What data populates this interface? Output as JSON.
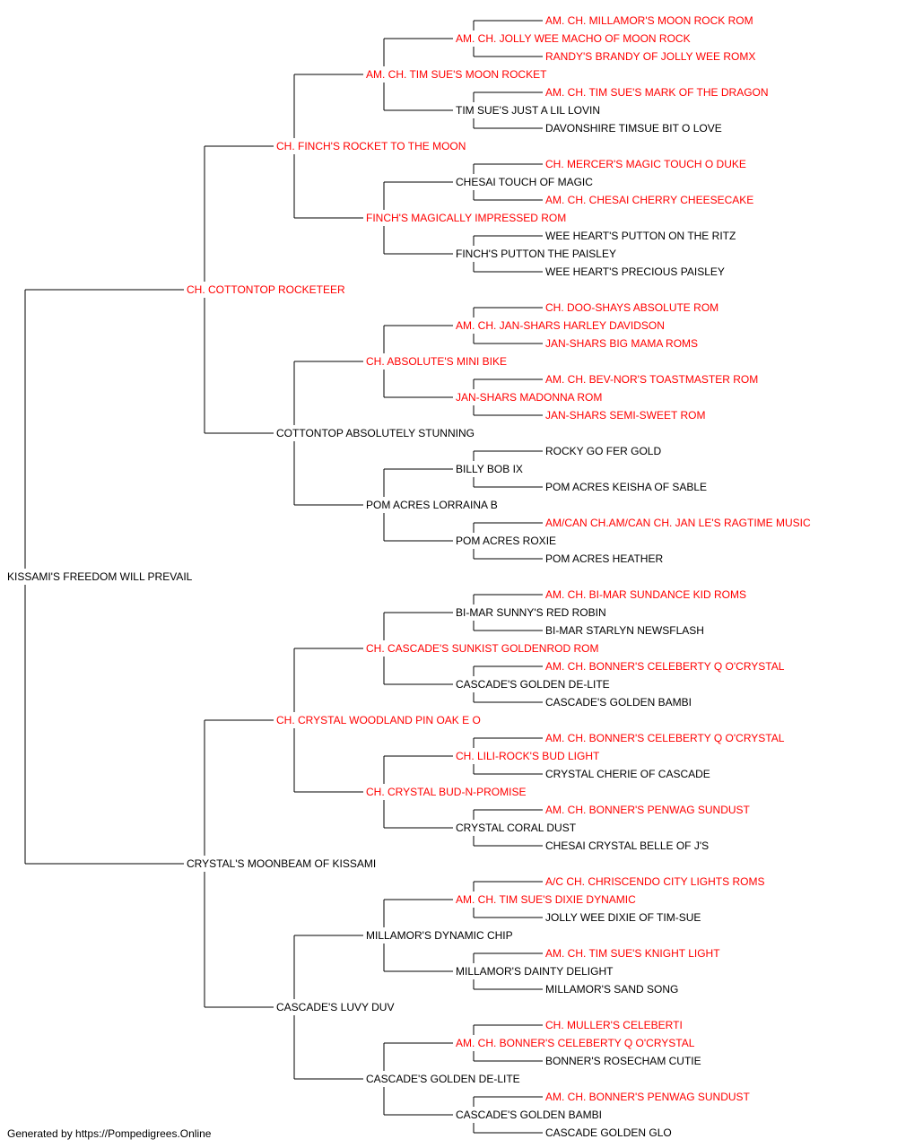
{
  "colors": {
    "champion": "#ff0000",
    "normal": "#000000",
    "lines": "#000000"
  },
  "pedigree": [
    {
      "name": "KISSAMI'S FREEDOM WILL PREVAIL",
      "champion": false
    },
    {
      "name": "CH. COTTONTOP ROCKETEER",
      "champion": true
    },
    {
      "name": "CH. FINCH'S ROCKET TO THE MOON",
      "champion": true
    },
    {
      "name": "AM. CH. TIM SUE'S MOON ROCKET",
      "champion": true
    },
    {
      "name": "AM. CH. JOLLY WEE MACHO OF MOON ROCK",
      "champion": true
    },
    {
      "name": "AM. CH. MILLAMOR'S MOON ROCK ROM",
      "champion": true
    },
    {
      "name": "RANDY'S BRANDY OF JOLLY WEE ROMX",
      "champion": true
    },
    {
      "name": "TIM SUE'S JUST A LIL LOVIN",
      "champion": false
    },
    {
      "name": "AM. CH. TIM SUE'S MARK OF THE DRAGON",
      "champion": true
    },
    {
      "name": "DAVONSHIRE TIMSUE BIT O LOVE",
      "champion": false
    },
    {
      "name": "FINCH'S MAGICALLY IMPRESSED ROM",
      "champion": true
    },
    {
      "name": "CHESAI TOUCH OF MAGIC",
      "champion": false
    },
    {
      "name": "CH. MERCER'S MAGIC TOUCH O DUKE",
      "champion": true
    },
    {
      "name": "AM. CH. CHESAI CHERRY CHEESECAKE",
      "champion": true
    },
    {
      "name": "FINCH'S PUTTON THE PAISLEY",
      "champion": false
    },
    {
      "name": "WEE HEART'S PUTTON ON THE RITZ",
      "champion": false
    },
    {
      "name": "WEE HEART'S PRECIOUS PAISLEY",
      "champion": false
    },
    {
      "name": "COTTONTOP ABSOLUTELY STUNNING",
      "champion": false
    },
    {
      "name": "CH. ABSOLUTE'S MINI BIKE",
      "champion": true
    },
    {
      "name": "AM. CH. JAN-SHARS HARLEY DAVIDSON",
      "champion": true
    },
    {
      "name": "CH. DOO-SHAYS ABSOLUTE ROM",
      "champion": true
    },
    {
      "name": "JAN-SHARS BIG MAMA ROMS",
      "champion": true
    },
    {
      "name": "JAN-SHARS MADONNA ROM",
      "champion": true
    },
    {
      "name": "AM. CH. BEV-NOR'S TOASTMASTER ROM",
      "champion": true
    },
    {
      "name": "JAN-SHARS SEMI-SWEET ROM",
      "champion": true
    },
    {
      "name": "POM ACRES LORRAINA B",
      "champion": false
    },
    {
      "name": "BILLY BOB IX",
      "champion": false
    },
    {
      "name": "ROCKY GO FER GOLD",
      "champion": false
    },
    {
      "name": "POM ACRES KEISHA OF SABLE",
      "champion": false
    },
    {
      "name": "POM ACRES ROXIE",
      "champion": false
    },
    {
      "name": "AM/CAN CH.AM/CAN CH. JAN LE'S RAGTIME MUSIC",
      "champion": true
    },
    {
      "name": "POM ACRES HEATHER",
      "champion": false
    },
    {
      "name": "CRYSTAL'S MOONBEAM OF KISSAMI",
      "champion": false
    },
    {
      "name": "CH. CRYSTAL WOODLAND PIN OAK E O",
      "champion": true
    },
    {
      "name": "CH. CASCADE'S SUNKIST GOLDENROD ROM",
      "champion": true
    },
    {
      "name": "BI-MAR SUNNY'S RED ROBIN",
      "champion": false
    },
    {
      "name": "AM. CH. BI-MAR SUNDANCE KID ROMS",
      "champion": true
    },
    {
      "name": "BI-MAR STARLYN NEWSFLASH",
      "champion": false
    },
    {
      "name": "CASCADE'S GOLDEN DE-LITE",
      "champion": false
    },
    {
      "name": "AM. CH. BONNER'S CELEBERTY Q O'CRYSTAL",
      "champion": true
    },
    {
      "name": "CASCADE'S GOLDEN BAMBI",
      "champion": false
    },
    {
      "name": "CH. CRYSTAL BUD-N-PROMISE",
      "champion": true
    },
    {
      "name": "CH. LILI-ROCK'S BUD LIGHT",
      "champion": true
    },
    {
      "name": "AM. CH. BONNER'S CELEBERTY Q O'CRYSTAL",
      "champion": true
    },
    {
      "name": "CRYSTAL CHERIE OF CASCADE",
      "champion": false
    },
    {
      "name": "CRYSTAL CORAL DUST",
      "champion": false
    },
    {
      "name": "AM. CH. BONNER'S PENWAG SUNDUST",
      "champion": true
    },
    {
      "name": "CHESAI CRYSTAL BELLE OF J'S",
      "champion": false
    },
    {
      "name": "CASCADE'S LUVY DUV",
      "champion": false
    },
    {
      "name": "MILLAMOR'S DYNAMIC CHIP",
      "champion": false
    },
    {
      "name": "AM. CH. TIM SUE'S DIXIE DYNAMIC",
      "champion": true
    },
    {
      "name": "A/C CH. CHRISCENDO CITY LIGHTS ROMS",
      "champion": true
    },
    {
      "name": "JOLLY WEE DIXIE OF TIM-SUE",
      "champion": false
    },
    {
      "name": "MILLAMOR'S DAINTY DELIGHT",
      "champion": false
    },
    {
      "name": "AM. CH. TIM SUE'S KNIGHT LIGHT",
      "champion": true
    },
    {
      "name": "MILLAMOR'S SAND SONG",
      "champion": false
    },
    {
      "name": "CASCADE'S GOLDEN DE-LITE",
      "champion": false
    },
    {
      "name": "AM. CH. BONNER'S CELEBERTY Q O'CRYSTAL",
      "champion": true
    },
    {
      "name": "CH. MULLER'S CELEBERTI",
      "champion": true
    },
    {
      "name": "BONNER'S ROSECHAM CUTIE",
      "champion": false
    },
    {
      "name": "CASCADE'S GOLDEN BAMBI",
      "champion": false
    },
    {
      "name": "AM. CH. BONNER'S PENWAG SUNDUST",
      "champion": true
    },
    {
      "name": "CASCADE GOLDEN GLO",
      "champion": false
    }
  ],
  "footer": "Generated by https://Pompedigrees.Online"
}
